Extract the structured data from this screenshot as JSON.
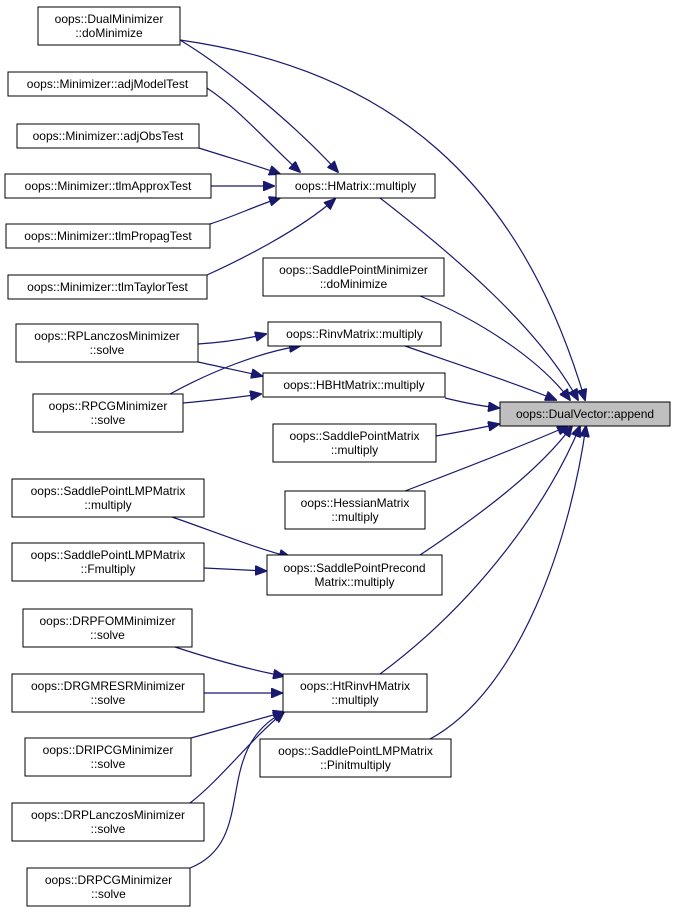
{
  "diagram": {
    "edge_color": "#191970",
    "root_fill": "#bfbfbf",
    "nodes": [
      {
        "id": "n1",
        "lines": [
          "oops::DualMinimizer",
          "::doMinimize"
        ]
      },
      {
        "id": "n2",
        "lines": [
          "oops::Minimizer::adjModelTest"
        ]
      },
      {
        "id": "n3",
        "lines": [
          "oops::Minimizer::adjObsTest"
        ]
      },
      {
        "id": "n4",
        "lines": [
          "oops::Minimizer::tlmApproxTest"
        ]
      },
      {
        "id": "n5",
        "lines": [
          "oops::Minimizer::tlmPropagTest"
        ]
      },
      {
        "id": "n6",
        "lines": [
          "oops::Minimizer::tlmTaylorTest"
        ]
      },
      {
        "id": "n7",
        "lines": [
          "oops::HMatrix::multiply"
        ]
      },
      {
        "id": "n8",
        "lines": [
          "oops::SaddlePointMinimizer",
          "::doMinimize"
        ]
      },
      {
        "id": "n9",
        "lines": [
          "oops::RPLanczosMinimizer",
          "::solve"
        ]
      },
      {
        "id": "n10",
        "lines": [
          "oops::RinvMatrix::multiply"
        ]
      },
      {
        "id": "n11",
        "lines": [
          "oops::HBHtMatrix::multiply"
        ]
      },
      {
        "id": "n12",
        "lines": [
          "oops::RPCGMinimizer",
          "::solve"
        ]
      },
      {
        "id": "n13",
        "lines": [
          "oops::DualVector::append"
        ]
      },
      {
        "id": "n14",
        "lines": [
          "oops::SaddlePointMatrix",
          "::multiply"
        ]
      },
      {
        "id": "n15",
        "lines": [
          "oops::HessianMatrix",
          "::multiply"
        ]
      },
      {
        "id": "n16",
        "lines": [
          "oops::SaddlePointLMPMatrix",
          "::multiply"
        ]
      },
      {
        "id": "n17",
        "lines": [
          "oops::SaddlePointLMPMatrix",
          "::Fmultiply"
        ]
      },
      {
        "id": "n18",
        "lines": [
          "oops::SaddlePointPrecond",
          "Matrix::multiply"
        ]
      },
      {
        "id": "n19",
        "lines": [
          "oops::DRPFOMMinimizer",
          "::solve"
        ]
      },
      {
        "id": "n20",
        "lines": [
          "oops::DRGMRESRMinimizer",
          "::solve"
        ]
      },
      {
        "id": "n21",
        "lines": [
          "oops::HtRinvHMatrix",
          "::multiply"
        ]
      },
      {
        "id": "n22",
        "lines": [
          "oops::SaddlePointLMPMatrix",
          "::Pinitmultiply"
        ]
      },
      {
        "id": "n23",
        "lines": [
          "oops::DRIPCGMinimizer",
          "::solve"
        ]
      },
      {
        "id": "n24",
        "lines": [
          "oops::DRPLanczosMinimizer",
          "::solve"
        ]
      },
      {
        "id": "n25",
        "lines": [
          "oops::DRPCGMinimizer",
          "::solve"
        ]
      }
    ],
    "edges": [
      {
        "from": "n1",
        "to": "n13"
      },
      {
        "from": "n1",
        "to": "n7"
      },
      {
        "from": "n2",
        "to": "n7"
      },
      {
        "from": "n3",
        "to": "n7"
      },
      {
        "from": "n4",
        "to": "n7"
      },
      {
        "from": "n5",
        "to": "n7"
      },
      {
        "from": "n6",
        "to": "n7"
      },
      {
        "from": "n7",
        "to": "n13"
      },
      {
        "from": "n8",
        "to": "n13"
      },
      {
        "from": "n9",
        "to": "n10"
      },
      {
        "from": "n9",
        "to": "n11"
      },
      {
        "from": "n12",
        "to": "n10"
      },
      {
        "from": "n12",
        "to": "n11"
      },
      {
        "from": "n10",
        "to": "n13"
      },
      {
        "from": "n11",
        "to": "n13"
      },
      {
        "from": "n14",
        "to": "n13"
      },
      {
        "from": "n15",
        "to": "n13"
      },
      {
        "from": "n16",
        "to": "n18"
      },
      {
        "from": "n17",
        "to": "n18"
      },
      {
        "from": "n18",
        "to": "n13"
      },
      {
        "from": "n19",
        "to": "n21"
      },
      {
        "from": "n20",
        "to": "n21"
      },
      {
        "from": "n23",
        "to": "n21"
      },
      {
        "from": "n24",
        "to": "n21"
      },
      {
        "from": "n25",
        "to": "n21"
      },
      {
        "from": "n21",
        "to": "n13"
      },
      {
        "from": "n22",
        "to": "n13"
      }
    ]
  }
}
